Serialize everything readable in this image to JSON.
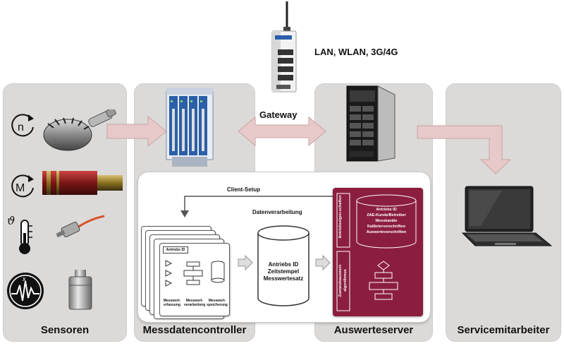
{
  "network_label": "LAN, WLAN, 3G/4G",
  "gateway_label": "Gateway",
  "client_setup_label": "Client-Setup",
  "processing_title": "Datenverarbeitung",
  "db_lines": [
    "Antriebs ID",
    "Zeitstempel",
    "Messwertesatz"
  ],
  "red_db_lines": [
    "Antriebs ID",
    "ZAE-Kunde/Betreiber",
    "Messkanäle",
    "Kalibriervorschriften",
    "Auswertevorschriften"
  ],
  "red_side_labels": [
    "Antriebseigen-schaften",
    "Zustandsauswert-algorithmus"
  ],
  "card": {
    "id_label": "Antriebs ID",
    "col_labels": [
      "Messwert-erfassung",
      "Messwert-verarbeitung",
      "Messwert-speicherung"
    ]
  },
  "panels": [
    {
      "label": "Sensoren"
    },
    {
      "label": "Messdatencontroller"
    },
    {
      "label": "Auswerteserver"
    },
    {
      "label": "Servicemitarbeiter"
    }
  ],
  "sensor_icons": [
    "rotation-speed-icon",
    "torque-icon",
    "temperature-icon",
    "vibration-icon"
  ],
  "sensor_symbols": [
    "n",
    "M",
    "ϑ",
    "x"
  ],
  "colors": {
    "panel_bg": "#dcdad8",
    "arrow": "#e8c9c9",
    "red_box": "#8b1e3f",
    "controller_blue": "#2b5fa8"
  }
}
